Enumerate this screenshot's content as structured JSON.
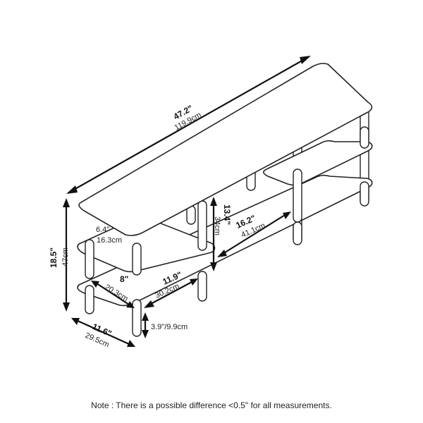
{
  "dimensions": {
    "length_in": "47.2\"",
    "length_cm": "119.9cm",
    "height_in": "18.5\"",
    "height_cm": "47cm",
    "top_gap_in": "6.4\"",
    "top_gap_cm": "16.3cm",
    "mid_gap_in": "13.4\"",
    "mid_gap_cm": "34cm",
    "inner_width_in": "16.2\"",
    "inner_width_cm": "41.1cm",
    "shelf_depth_in": "8\"",
    "shelf_depth_cm": "20.3cm",
    "section_len_in": "11.9\"",
    "section_len_cm": "30.2cm",
    "depth_in": "11.6\"",
    "depth_cm": "29.5cm",
    "clearance": "3.9\"/9.9cm"
  },
  "note": "Note : There is a possible difference <0.5\" for all measurements."
}
